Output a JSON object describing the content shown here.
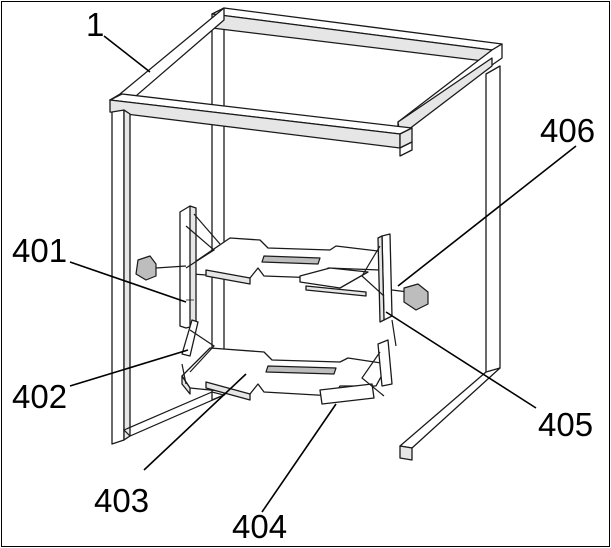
{
  "labels": {
    "l1": "1",
    "l401": "401",
    "l402": "402",
    "l403": "403",
    "l404": "404",
    "l405": "405",
    "l406": "406"
  }
}
